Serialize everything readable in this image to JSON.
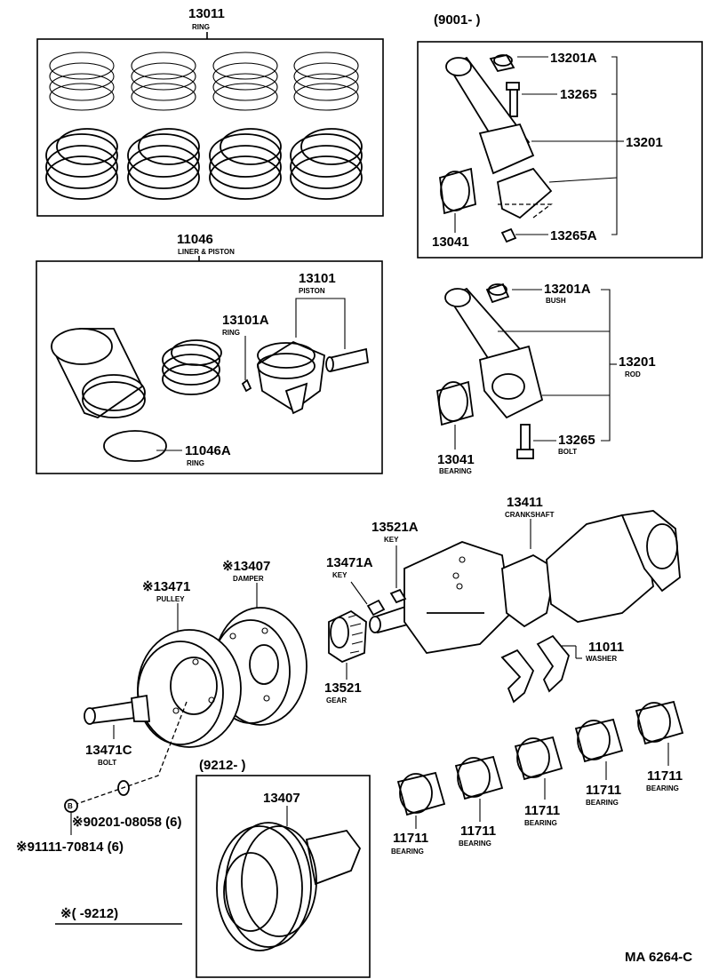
{
  "groups": {
    "ring_set": {
      "part_no": "13011",
      "name": "RING"
    },
    "liner_piston": {
      "part_no": "11046",
      "name": "LINER & PISTON"
    },
    "rod_9001": {
      "range": "(9001-        )"
    },
    "damper_9212": {
      "range": "(9212-        )"
    },
    "footnote": "※(        -9212)"
  },
  "labels": {
    "p13201A_top": "13201A",
    "p13265_top": "13265",
    "p13201_top": "13201",
    "p13041_top": "13041",
    "p13265A": "13265A",
    "p13101": "13101",
    "p13101_name": "PISTON",
    "p13101A": "13101A",
    "p13101A_name": "RING",
    "p11046A": "11046A",
    "p11046A_name": "RING",
    "p13201A": "13201A",
    "p13201A_name": "BUSH",
    "p13201": "13201",
    "p13201_name": "ROD",
    "p13265": "13265",
    "p13265_name": "BOLT",
    "p13041": "13041",
    "p13041_name": "BEARING",
    "p13411": "13411",
    "p13411_name": "CRANKSHAFT",
    "p13521A": "13521A",
    "p13521A_name": "KEY",
    "p13471A": "13471A",
    "p13471A_name": "KEY",
    "p13407": "※13407",
    "p13407_name": "DAMPER",
    "p13471": "※13471",
    "p13471_name": "PULLEY",
    "p13521": "13521",
    "p13521_name": "GEAR",
    "p11011": "11011",
    "p11011_name": "WASHER",
    "p13471C": "13471C",
    "p13471C_name": "BOLT",
    "p90201": "※90201-08058 (6)",
    "p91111": "※91111-70814 (6)",
    "b_mark": "B",
    "p13407_new": "13407",
    "b1": "11711",
    "b1_name": "BEARING",
    "b2": "11711",
    "b2_name": "BEARING",
    "b3": "11711",
    "b3_name": "BEARING",
    "b4": "11711",
    "b4_name": "BEARING",
    "b5": "11711",
    "b5_name": "BEARING",
    "code": "MA 6264-C"
  }
}
